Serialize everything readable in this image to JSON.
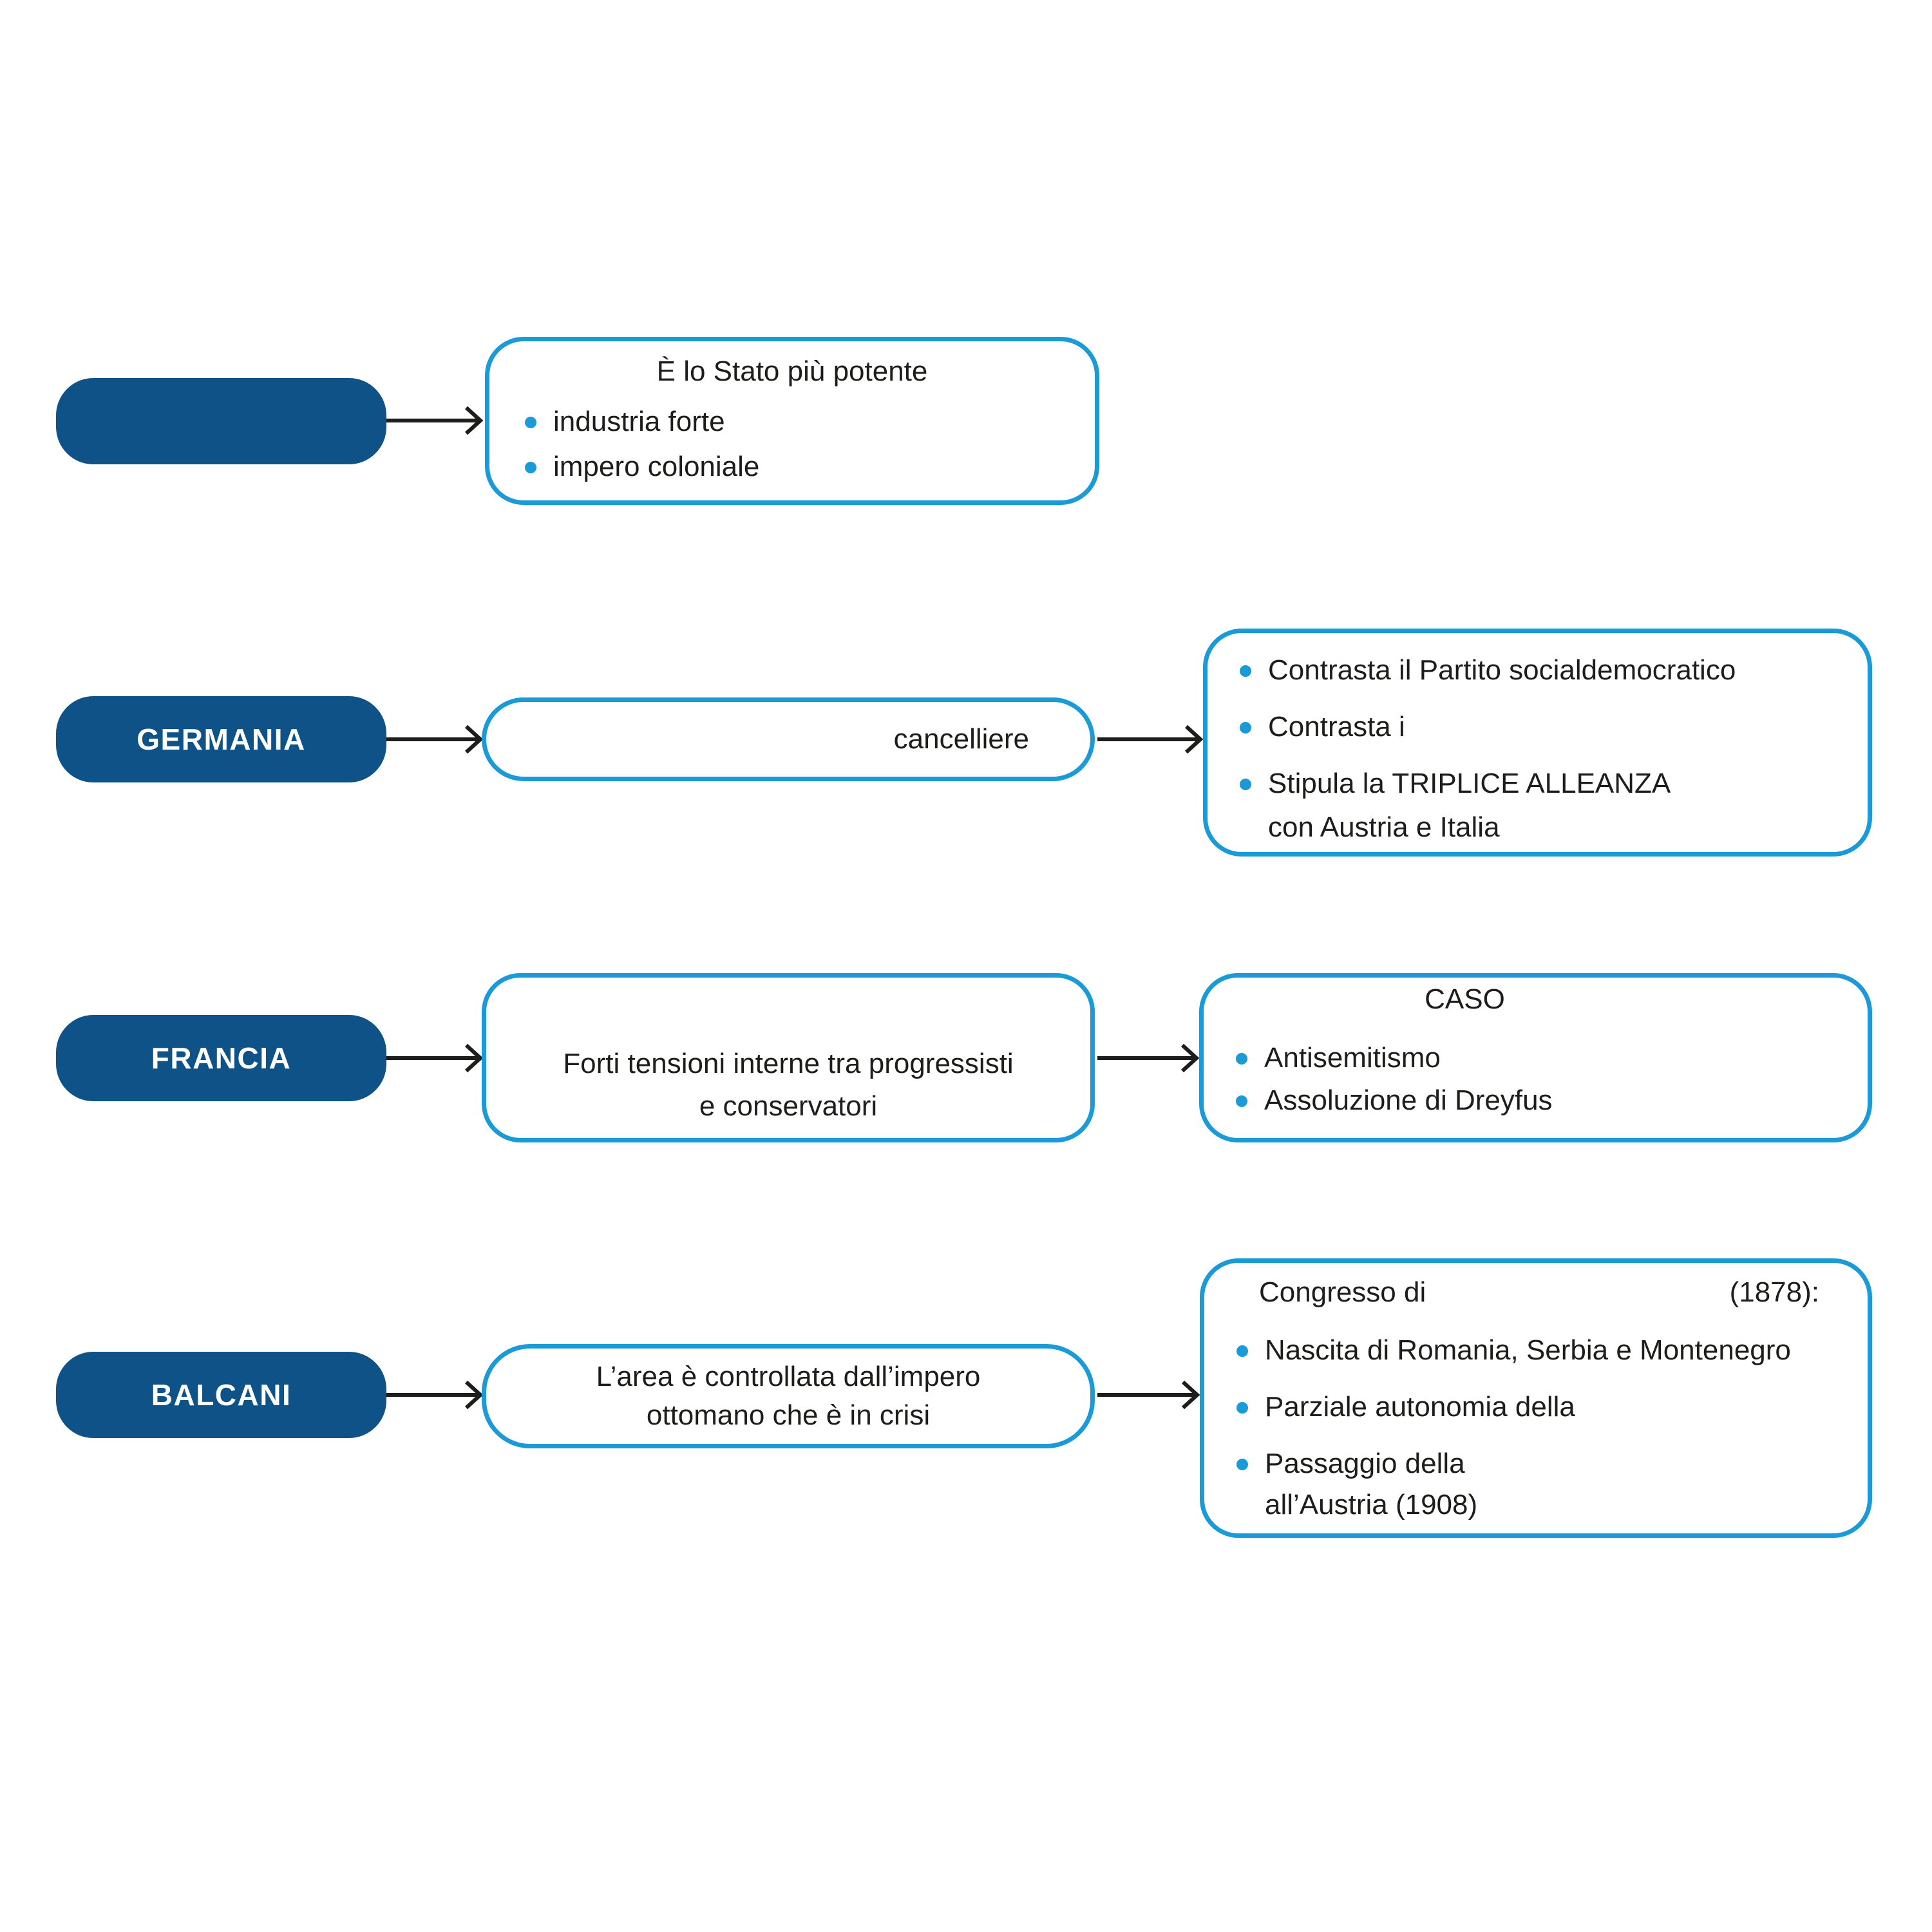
{
  "colors": {
    "pill_bg": "#0e5287",
    "box_border": "#1a9ad7",
    "bullet_dot": "#1a9ad7",
    "text": "#1d1d1b",
    "arrow": "#1d1d1b"
  },
  "rows": [
    {
      "label": "",
      "note": {
        "title": "È lo Stato più potente",
        "bullets": [
          [
            "industria forte"
          ],
          [
            "impero coloniale"
          ]
        ]
      }
    },
    {
      "label": "GERMANIA",
      "middle": [
        "cancelliere"
      ],
      "note": {
        "bullets": [
          [
            "Contrasta il Partito socialdemocratico"
          ],
          [
            "Contrasta i"
          ],
          [
            "Stipula la TRIPLICE ALLEANZA",
            "con Austria e Italia"
          ]
        ]
      }
    },
    {
      "label": "FRANCIA",
      "middle": [
        "Forti tensioni interne tra progressisti",
        "e conservatori"
      ],
      "note": {
        "title": "CASO",
        "bullets": [
          [
            "Antisemitismo"
          ],
          [
            "Assoluzione di Dreyfus"
          ]
        ]
      }
    },
    {
      "label": "BALCANI",
      "middle": [
        "L’area è controllata dall’impero",
        "ottomano che è in crisi"
      ],
      "note": {
        "title_left": "Congresso di",
        "title_right": "(1878):",
        "bullets": [
          [
            "Nascita di Romania, Serbia e Montenegro"
          ],
          [
            "Parziale autonomia della"
          ],
          [
            "Passaggio della",
            "all’Austria (1908)"
          ]
        ]
      }
    }
  ]
}
